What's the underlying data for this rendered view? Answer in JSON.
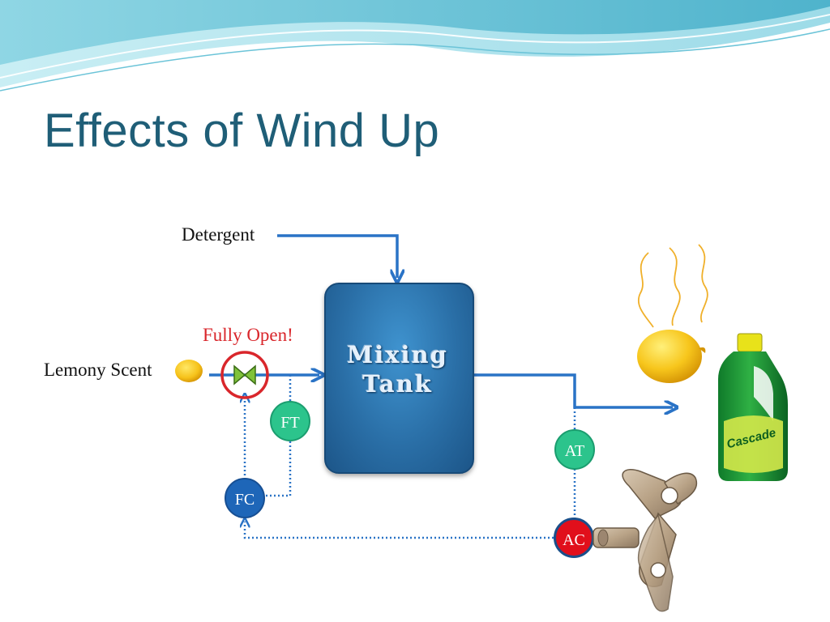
{
  "slide": {
    "title": "Effects of Wind Up"
  },
  "labels": {
    "detergent": "Detergent",
    "lemony_scent": "Lemony Scent",
    "fully_open": "Fully Open!"
  },
  "tank": {
    "line1": "Mixing",
    "line2": "Tank"
  },
  "instruments": {
    "ft": "FT",
    "fc": "FC",
    "at": "AT",
    "ac": "AC"
  },
  "product": {
    "bottle_brand": "Cascade"
  },
  "colors": {
    "title": "#1f5e77",
    "pipe": "#2a73c6",
    "signal": "#2a73c6",
    "alert": "#d9262b",
    "transmitter": "#2cc48c",
    "controller": "#1e66b8",
    "ac_controller": "#e10f1b"
  }
}
